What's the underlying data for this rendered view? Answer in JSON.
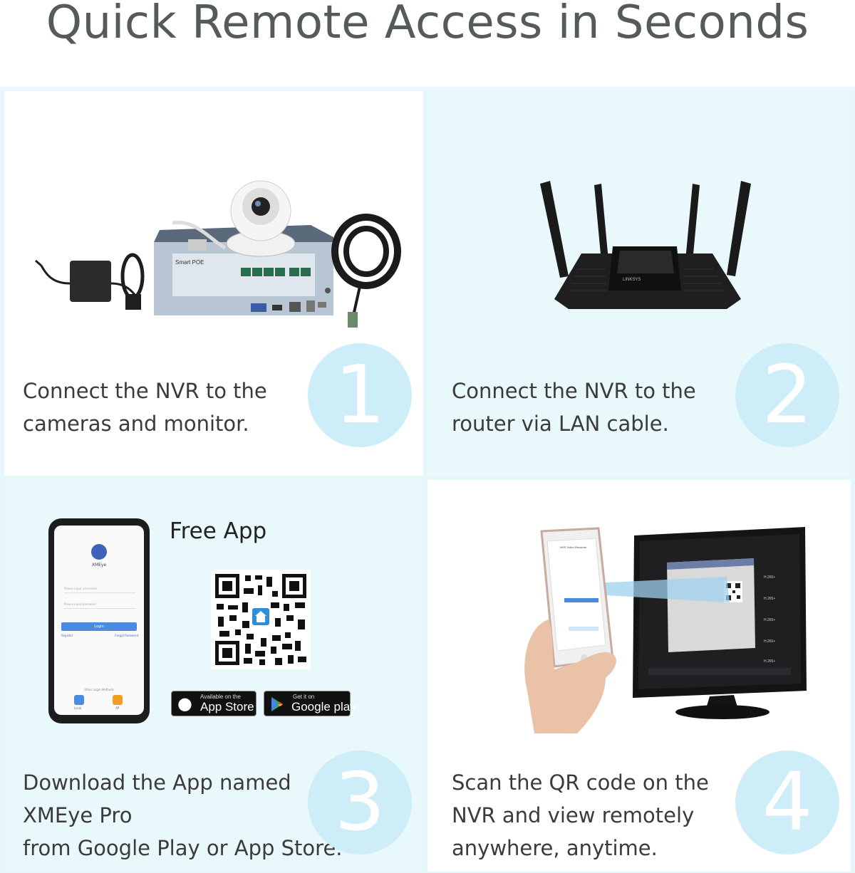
{
  "title": "Quick Remote Access in Seconds",
  "steps": [
    {
      "number": "1",
      "caption": [
        "Connect the NVR to the",
        "cameras and monitor."
      ],
      "device_labels": {
        "nvr_brand": "Smart POE"
      }
    },
    {
      "number": "2",
      "caption": [
        "Connect the NVR to the",
        "router via LAN cable."
      ],
      "device_labels": {
        "router_brand": "LINKSYS"
      }
    },
    {
      "number": "3",
      "caption": [
        "Download the App named",
        "XMEye Pro",
        "from Google Play or App Store."
      ],
      "free_app_label": "Free App",
      "phone": {
        "app_name": "XMEye",
        "username_placeholder": "Please input username",
        "password_placeholder": "Please input password",
        "login_button": "Login",
        "register_link": "Register",
        "forgot_link": "Forgot Password",
        "other_methods": "Other Login Methods",
        "local_label": "Local",
        "ap_label": "AP"
      },
      "badges": {
        "app_store_small": "Available on the",
        "app_store_big": "App Store",
        "google_small": "Get it on",
        "google_big": "Google play"
      }
    },
    {
      "number": "4",
      "caption": [
        "Scan the QR code on the",
        "NVR and view remotely",
        "anywhere, anytime."
      ],
      "phone_screen_title": "NVR Video Recorder",
      "monitor_labels": [
        "H.265+",
        "H.265+",
        "H.265+",
        "H.265+",
        "H.265+"
      ]
    }
  ],
  "colors": {
    "panel_tint": "#e9f8fa",
    "circle": "#cdeef8",
    "title_text": "#555a5c"
  }
}
